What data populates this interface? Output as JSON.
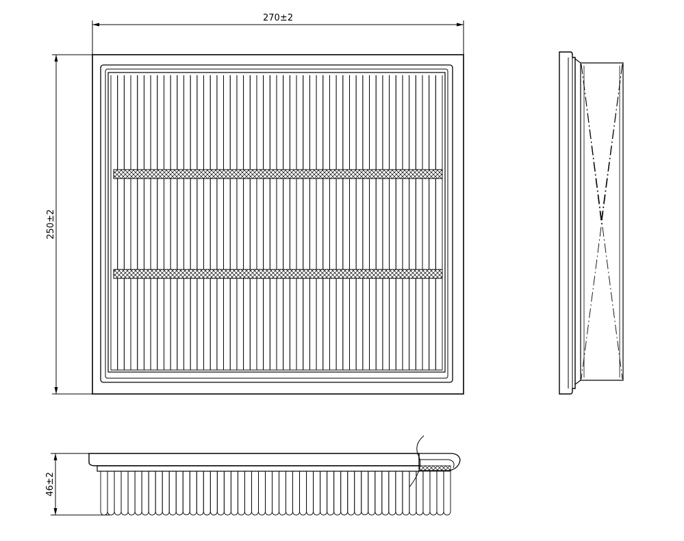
{
  "dimensions": {
    "width": "270±2",
    "height": "250±2",
    "depth": "46±2"
  },
  "views": {
    "front": {
      "pleat_count": 50,
      "support_strips": 2
    },
    "side": {
      "shown": true
    },
    "bottom": {
      "pleat_count": 51,
      "has_section_cut": true
    }
  },
  "colors": {
    "line": "#000000",
    "background": "#ffffff"
  }
}
